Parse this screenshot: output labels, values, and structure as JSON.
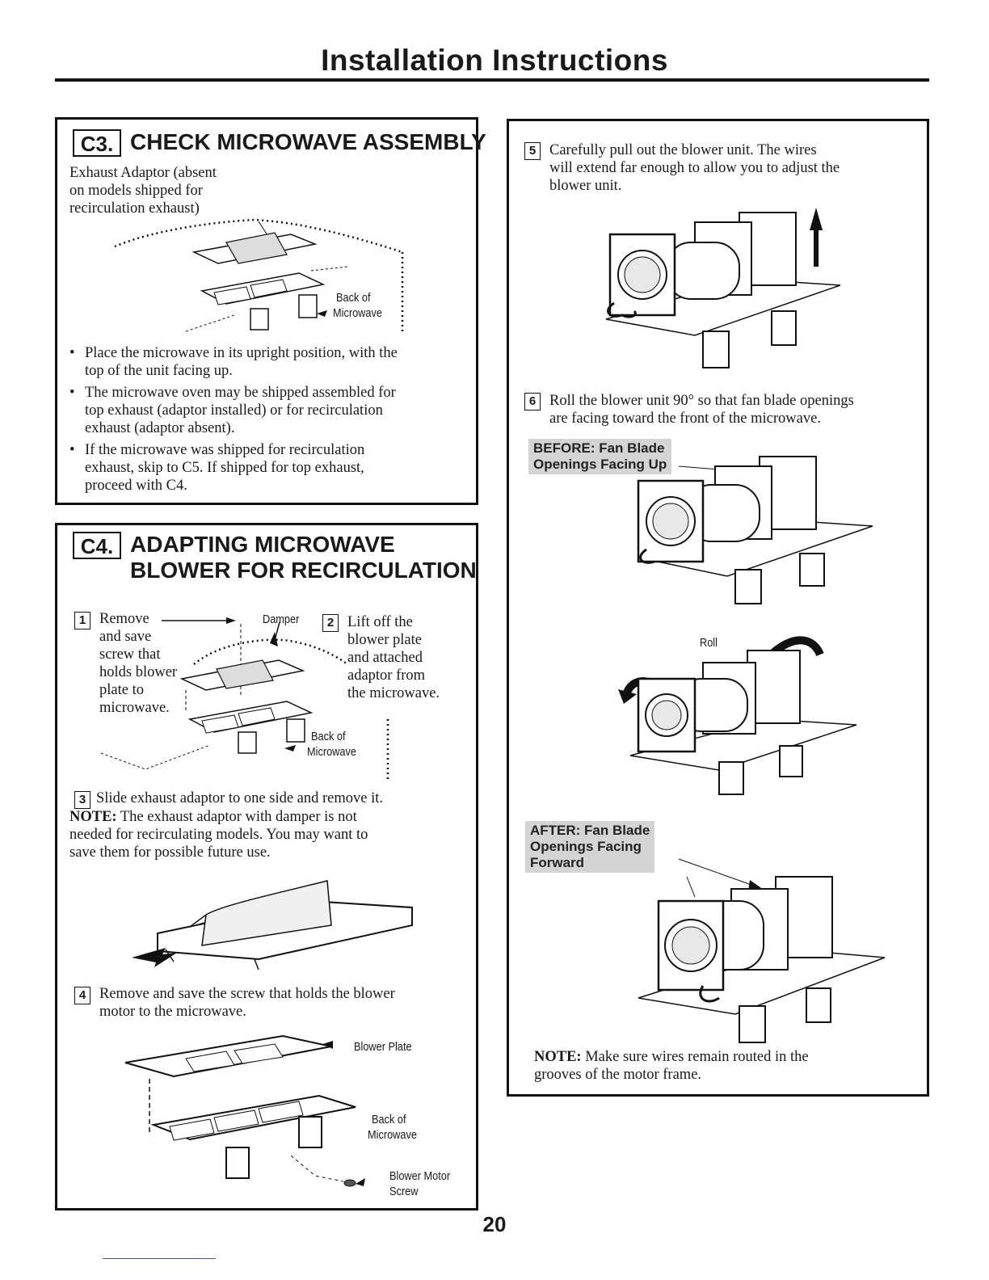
{
  "page": {
    "title": "Installation Instructions",
    "page_number": "20"
  },
  "c3": {
    "code": "C3.",
    "heading": "CHECK MICROWAVE ASSEMBLY",
    "caption": [
      "Exhaust Adaptor (absent",
      "on models shipped for",
      "recirculation exhaust)"
    ],
    "label_back": [
      "Back of",
      "Microwave"
    ],
    "bullets": [
      [
        "Place the microwave in its upright position, with the",
        "top of the unit facing up."
      ],
      [
        "The microwave oven may be shipped assembled for",
        "top exhaust (adaptor installed) or for recirculation",
        "exhaust (adaptor absent)."
      ],
      [
        "If the microwave was shipped for recirculation",
        "exhaust, skip to C5. If shipped for top exhaust,",
        "proceed with C4."
      ]
    ]
  },
  "c4": {
    "code": "C4.",
    "heading": [
      "ADAPTING MICROWAVE",
      "BLOWER FOR RECIRCULATION"
    ],
    "step1": {
      "num": "1",
      "lines": [
        "Remove",
        "and save",
        "screw that",
        "holds blower",
        "plate to",
        "microwave."
      ]
    },
    "label_damper": "Damper",
    "step2": {
      "num": "2",
      "lines": [
        "Lift off the",
        "blower plate",
        "and attached",
        "adaptor from",
        "the microwave."
      ]
    },
    "label_back_a": [
      "Back of",
      "Microwave"
    ],
    "step3": {
      "num": "3",
      "lines": [
        "Slide exhaust adaptor to one side and remove it."
      ]
    },
    "note_label": "NOTE:",
    "note_lines": [
      " The exhaust adaptor with damper is not",
      "needed for recirculating models. You may want to",
      "save them for possible future use."
    ],
    "step4": {
      "num": "4",
      "lines": [
        "Remove and save the screw that holds the blower",
        "motor to the microwave."
      ]
    },
    "label_blower_plate": "Blower Plate",
    "label_back_b": [
      "Back of",
      "Microwave"
    ],
    "label_screw": [
      "Blower Motor",
      "Screw"
    ]
  },
  "right": {
    "step5": {
      "num": "5",
      "lines": [
        "Carefully pull out the blower unit. The wires",
        "will extend far enough to allow you to adjust the",
        "blower unit."
      ]
    },
    "step6": {
      "num": "6",
      "lines": [
        "Roll the blower unit 90° so that fan blade openings",
        "are facing toward the front of the microwave."
      ]
    },
    "before": [
      "BEFORE: Fan Blade",
      "Openings Facing Up"
    ],
    "roll": "Roll",
    "after": [
      "AFTER: Fan Blade",
      "Openings Facing",
      "Forward"
    ],
    "note_label": "NOTE:",
    "note_lines": [
      " Make sure wires remain routed in the",
      "grooves of the motor frame."
    ]
  }
}
